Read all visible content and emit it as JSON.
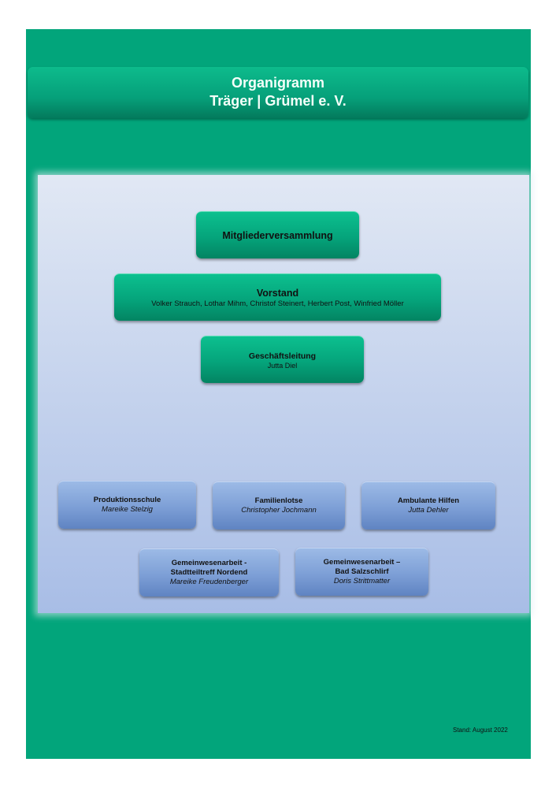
{
  "header": {
    "line1": "Organigramm",
    "line2": "Träger | Grümel e. V."
  },
  "top": [
    {
      "title": "Mitgliederversammlung"
    },
    {
      "title": "Vorstand",
      "people": "Volker Strauch, Lothar Mihm, Christof Steinert, Herbert Post, Winfried Möller"
    },
    {
      "title": "Geschäftsleitung",
      "people": "Jutta Diel"
    }
  ],
  "units": [
    {
      "title": "Produktionsschule",
      "person": "Mareike Stelzig"
    },
    {
      "title": "Familienlotse",
      "person": "Christopher Jochmann"
    },
    {
      "title": "Ambulante Hilfen",
      "person": "Jutta Dehler"
    },
    {
      "title": "Gemeinwesenarbeit -",
      "title2": "Stadtteiltreff Nordend",
      "person": "Mareike Freudenberger"
    },
    {
      "title": "Gemeinwesenarbeit –",
      "title2": "Bad Salzschlirf",
      "person": "Doris Strittmatter"
    }
  ],
  "footer": {
    "stand": "Stand: August 2022"
  }
}
